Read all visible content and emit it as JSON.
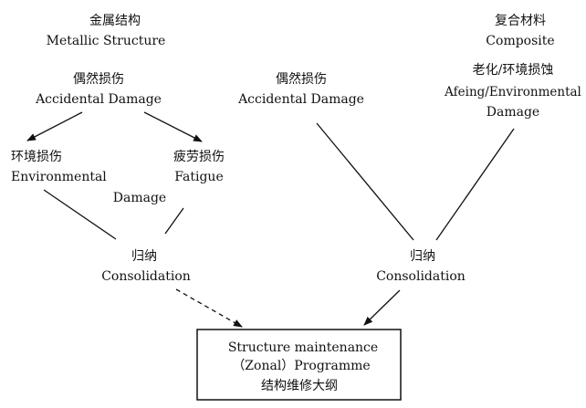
{
  "colors": {
    "ink": "#111111",
    "background": "#ffffff"
  },
  "metallic": {
    "title_cn": "金属结构",
    "title_en": "Metallic Structure",
    "accidental_cn": "偶然损伤",
    "accidental_en": "Accidental Damage",
    "environmental_cn": "环境损伤",
    "environmental_en": "Environmental",
    "fatigue_cn": "疲劳损伤",
    "fatigue_en": "Fatigue",
    "damage_en": "Damage",
    "consolidation_cn": "归纳",
    "consolidation_en": "Consolidation"
  },
  "composite": {
    "title_cn": "复合材料",
    "title_en": "Composite",
    "accidental_cn": "偶然损伤",
    "accidental_en": "Accidental Damage",
    "ageing_cn": "老化/环境损蚀",
    "ageing_en_line1": "Afeing/Environmental",
    "ageing_en_line2": "Damage",
    "consolidation_cn": "归纳",
    "consolidation_en": "Consolidation"
  },
  "programme": {
    "line1": "Structure maintenance",
    "line2": "（Zonal）Programme",
    "line3": "结构维修大纲"
  }
}
